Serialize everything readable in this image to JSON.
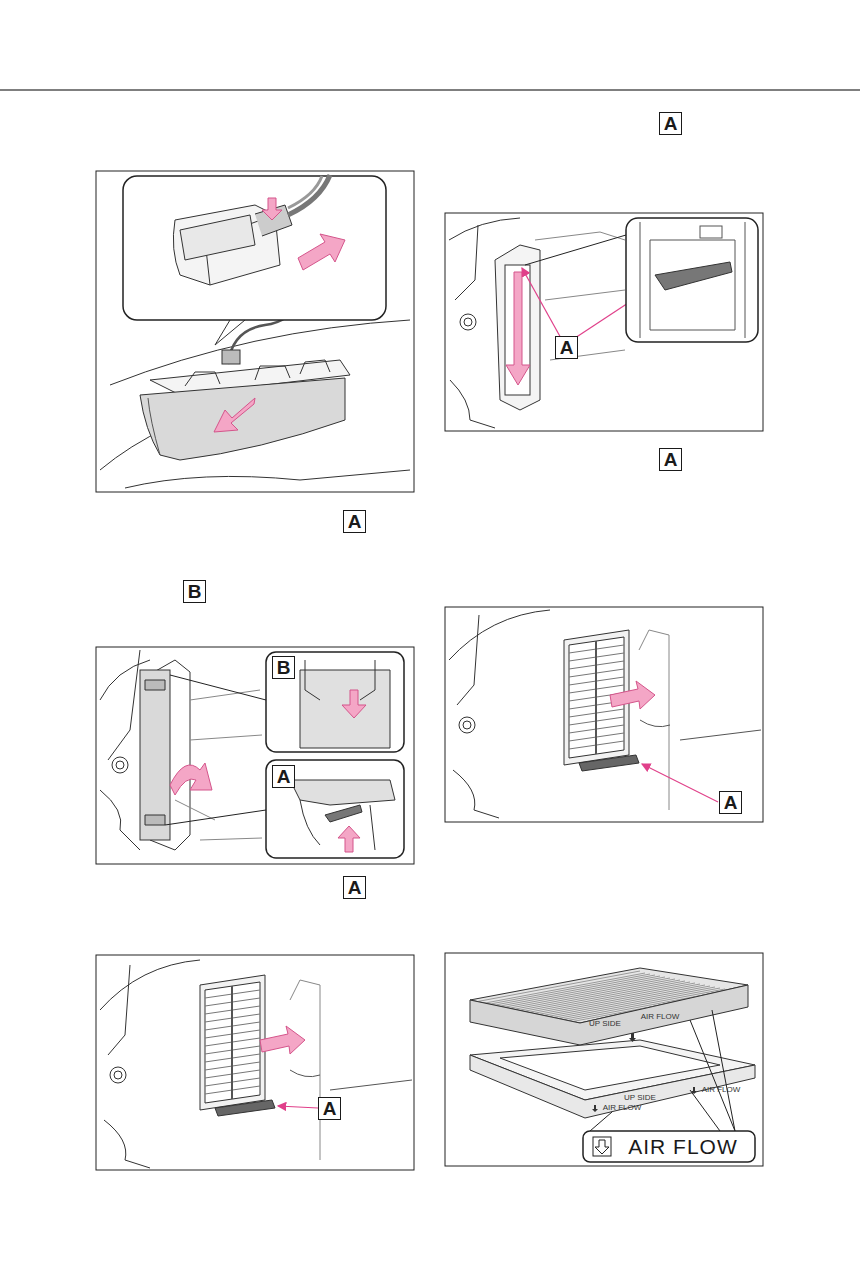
{
  "diagram": {
    "labels": [
      "A",
      "B",
      "B",
      "A",
      "A",
      "A",
      "A",
      "A",
      "A",
      "A",
      "UP SIDE",
      "AIR FLOW",
      "UP SIDE",
      "AIR FLOW",
      "AIR FLOW",
      "AIR FLOW"
    ]
  }
}
